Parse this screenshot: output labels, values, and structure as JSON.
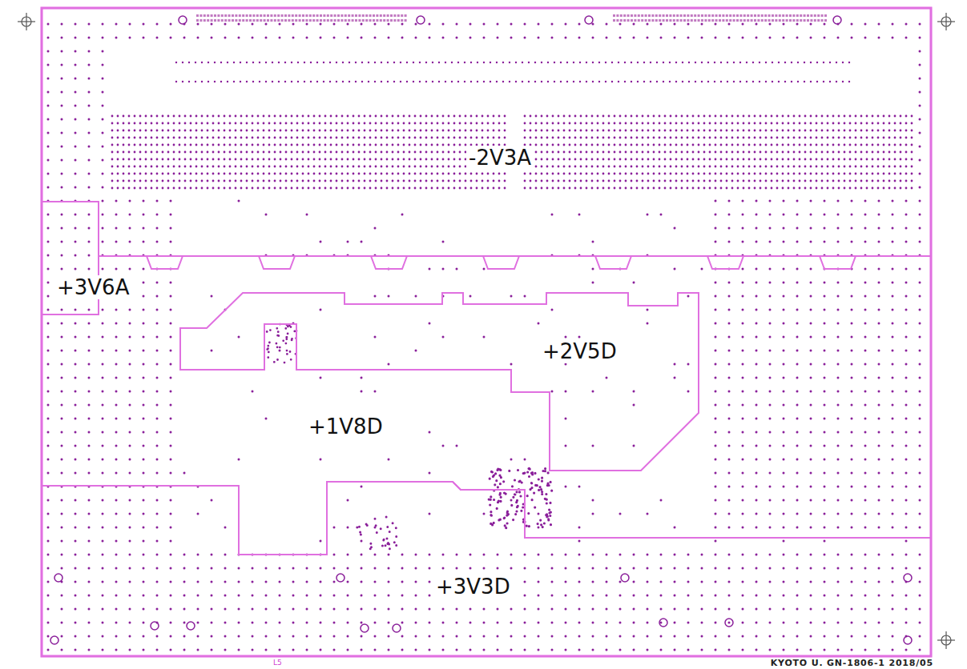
{
  "diagram": {
    "nodes": [
      {
        "text": [
          "-2V3A"
        ]
      },
      {
        "text": [
          "+3V6A"
        ]
      },
      {
        "text": [
          "+1V8D"
        ]
      },
      {
        "text": [
          "+2V5D"
        ],
        "in": 2
      },
      {
        "text": [
          "+3V3D"
        ]
      }
    ],
    "labels": [
      "L5",
      "KYOTO U. GN-1806-1 2018/05"
    ]
  }
}
